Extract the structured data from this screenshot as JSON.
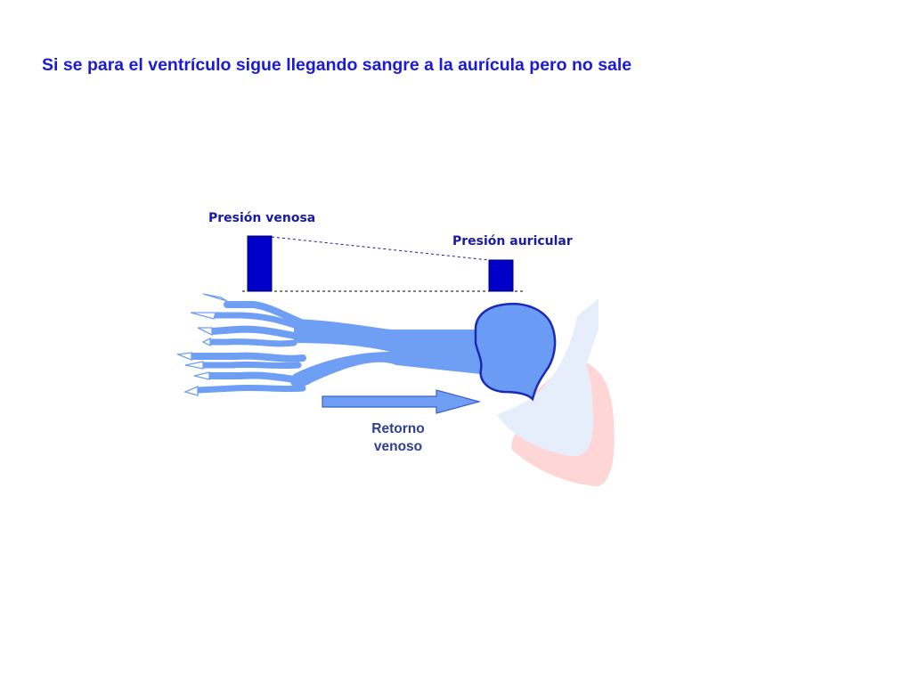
{
  "slide": {
    "title": "Si se para el ventrículo sigue llegando sangre a la aurícula pero no sale"
  },
  "diagram": {
    "venous_pressure_label": "Presión venosa",
    "atrial_pressure_label": "Presión auricular",
    "return_label_line1": "Retorno",
    "return_label_line2": "venoso",
    "icons": [
      "pressure-bar",
      "vein-branches",
      "atrium",
      "heart-outline",
      "flow-arrow"
    ]
  },
  "colors": {
    "title": "#1a1adc",
    "label_blue": "#1a1aa8",
    "return_label": "#2e3f8f",
    "bar_fill": "#0000c8",
    "bar_stroke": "#000066",
    "vein_fill": "#6f9ff4",
    "atrium_fill": "#6a9cf5",
    "atrium_stroke": "#1a2ab4",
    "heart_pink": "#ffd6d6",
    "heart_blue": "#e6eefc",
    "arrow_fill": "#6f9ff4",
    "arrow_stroke": "#3a5fc8"
  }
}
